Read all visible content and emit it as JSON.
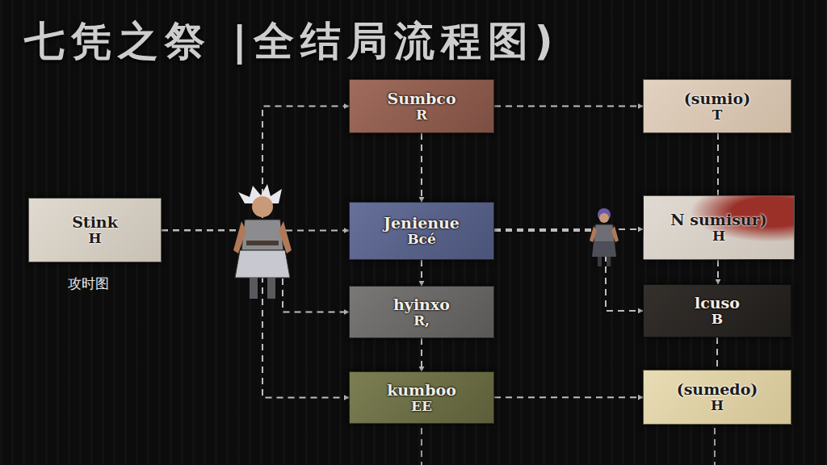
{
  "diagram": {
    "title": "七凭之祭 |全结局流程图)",
    "nodes": [
      {
        "text": [
          "Stink",
          "H"
        ]
      },
      {
        "text": [
          "Sumbco",
          "R"
        ]
      },
      {
        "text": [
          "Jenienue",
          "Bcé"
        ]
      },
      {
        "text": [
          "hyinxo",
          "R,"
        ]
      },
      {
        "text": [
          "kumboo",
          "EE"
        ]
      },
      {
        "text": [
          "(sumio)",
          "T"
        ]
      },
      {
        "text": [
          "N sumisur)",
          "H"
        ]
      },
      {
        "text": [
          "lcuso",
          "B"
        ]
      },
      {
        "text": [
          "(sumedo)",
          "H"
        ]
      }
    ],
    "edges": [
      {
        "from": 0,
        "to": 1,
        "arrow": "to"
      },
      {
        "from": 0,
        "to": 2,
        "arrow": "to"
      },
      {
        "from": 0,
        "to": 3,
        "arrow": "to"
      },
      {
        "from": 0,
        "to": 4,
        "arrow": "to"
      },
      {
        "from": 1,
        "to": 2,
        "arrow": "to"
      },
      {
        "from": 2,
        "to": 3,
        "arrow": "to"
      },
      {
        "from": 3,
        "to": 4,
        "arrow": "to"
      },
      {
        "from": 1,
        "to": 5,
        "arrow": "to"
      },
      {
        "from": 2,
        "to": 6,
        "arrow": "to"
      },
      {
        "from": 2,
        "to": 7,
        "arrow": "to"
      },
      {
        "from": 5,
        "to": 6,
        "arrow": "none"
      },
      {
        "from": 6,
        "to": 7,
        "arrow": "to"
      },
      {
        "from": 7,
        "to": 8,
        "arrow": "none"
      },
      {
        "from": 4,
        "to": 8,
        "arrow": "to"
      }
    ],
    "labels": [
      "攻时图"
    ]
  }
}
